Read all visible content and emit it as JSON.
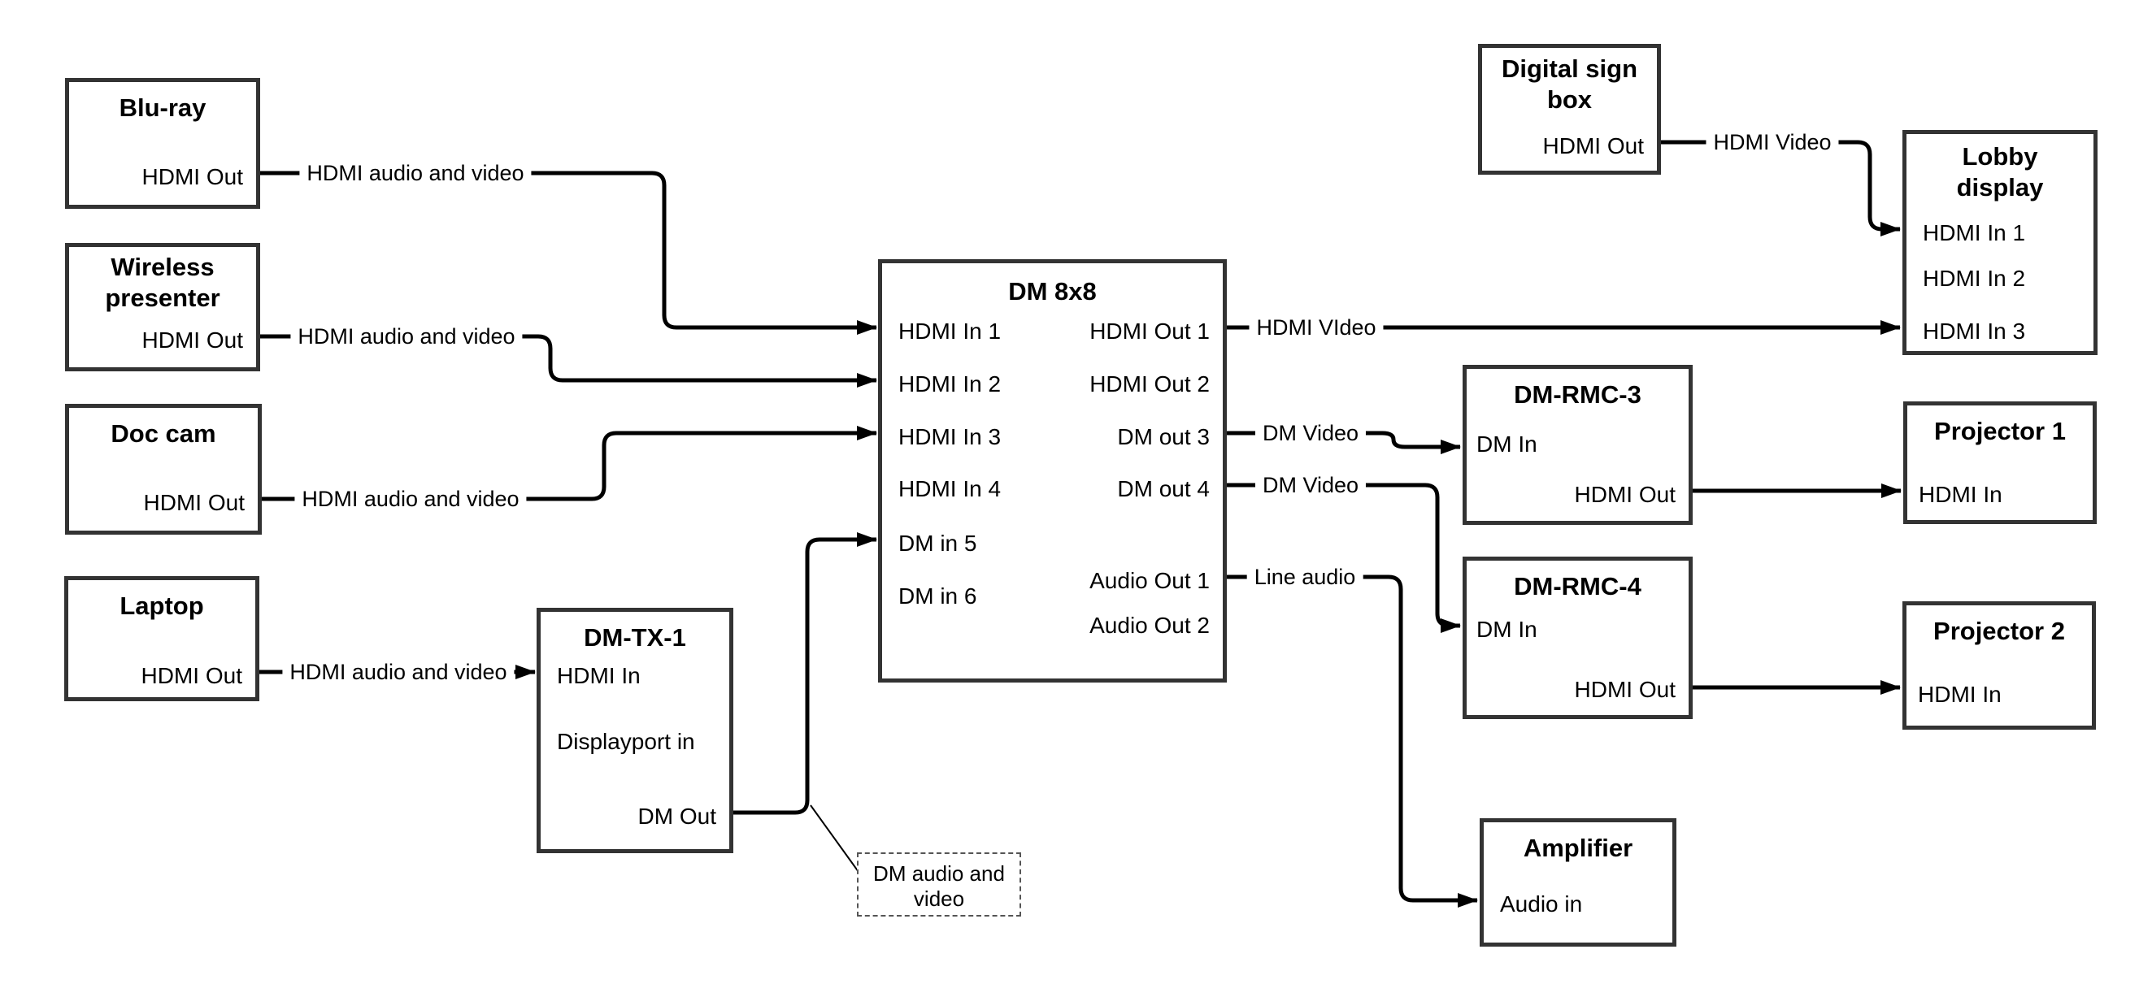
{
  "colors": {
    "line": "#000000",
    "box_border": "#333333",
    "background": "#ffffff"
  },
  "nodes": {
    "bluray": {
      "title": "Blu-ray",
      "port_hdmi_out": "HDMI Out"
    },
    "wireless": {
      "title": "Wireless presenter",
      "port_hdmi_out": "HDMI Out"
    },
    "doccam": {
      "title": "Doc cam",
      "port_hdmi_out": "HDMI Out"
    },
    "laptop": {
      "title": "Laptop",
      "port_hdmi_out": "HDMI Out"
    },
    "dmtx1": {
      "title": "DM-TX-1",
      "port_hdmi_in": "HDMI In",
      "port_displayport_in": "Displayport in",
      "port_dm_out": "DM Out"
    },
    "dm8x8": {
      "title": "DM 8x8",
      "inputs": [
        "HDMI In 1",
        "HDMI In 2",
        "HDMI In 3",
        "HDMI In 4",
        "DM in 5",
        "DM in 6"
      ],
      "outputs": [
        "HDMI Out 1",
        "HDMI Out 2",
        "DM out 3",
        "DM out 4",
        "Audio Out 1",
        "Audio Out 2"
      ]
    },
    "signbox": {
      "title": "Digital sign box",
      "port_hdmi_out": "HDMI Out"
    },
    "lobby": {
      "title": "Lobby display",
      "ports": [
        "HDMI In 1",
        "HDMI In 2",
        "HDMI In 3"
      ]
    },
    "rmc3": {
      "title": "DM-RMC-3",
      "port_dm_in": "DM In",
      "port_hdmi_out": "HDMI Out"
    },
    "proj1": {
      "title": "Projector 1",
      "port_hdmi_in": "HDMI In"
    },
    "rmc4": {
      "title": "DM-RMC-4",
      "port_dm_in": "DM In",
      "port_hdmi_out": "HDMI Out"
    },
    "proj2": {
      "title": "Projector 2",
      "port_hdmi_in": "HDMI In"
    },
    "amp": {
      "title": "Amplifier",
      "port_audio_in": "Audio in"
    }
  },
  "edge_labels": {
    "bluray_av": "HDMI audio and video",
    "wireless_av": "HDMI audio and video",
    "doccam_av": "HDMI audio and video",
    "laptop_av": "HDMI audio and video",
    "sign_video": "HDMI Video",
    "out1_video": "HDMI VIdeo",
    "out3_video": "DM Video",
    "out4_video": "DM Video",
    "audio1_line": "Line audio"
  },
  "note": {
    "text": "DM audio and video"
  }
}
